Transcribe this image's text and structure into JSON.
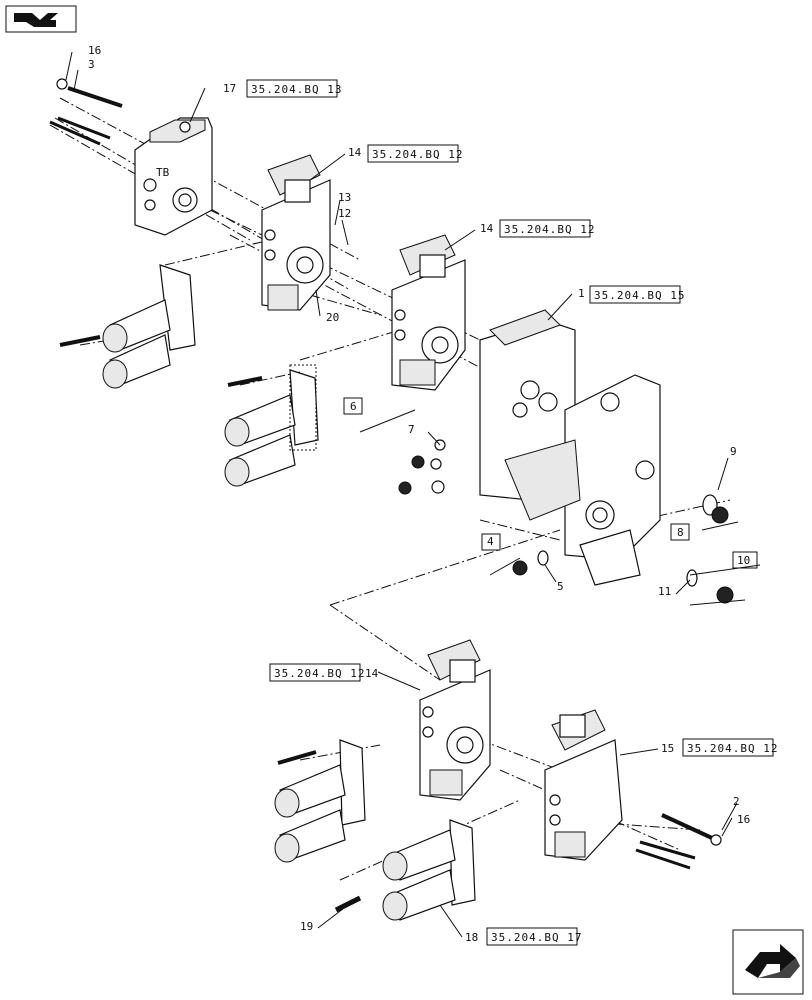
{
  "callouts": [
    {
      "num": "16"
    },
    {
      "num": "3"
    },
    {
      "num": "17"
    },
    {
      "num": "14"
    },
    {
      "num": "13"
    },
    {
      "num": "12"
    },
    {
      "num": "14"
    },
    {
      "num": "1"
    },
    {
      "num": "20"
    },
    {
      "num": "6"
    },
    {
      "num": "7"
    },
    {
      "num": "9"
    },
    {
      "num": "8"
    },
    {
      "num": "4"
    },
    {
      "num": "5"
    },
    {
      "num": "10"
    },
    {
      "num": "11"
    },
    {
      "num": "14"
    },
    {
      "num": "15"
    },
    {
      "num": "2"
    },
    {
      "num": "16"
    },
    {
      "num": "19"
    },
    {
      "num": "18"
    }
  ],
  "references": [
    {
      "text": "35.204.BQ 13"
    },
    {
      "text": "35.204.BQ 12"
    },
    {
      "text": "35.204.BQ 12"
    },
    {
      "text": "35.204.BQ 15"
    },
    {
      "text": "35.204.BQ 12"
    },
    {
      "text": "35.204.BQ 12"
    },
    {
      "text": "35.204.BQ 17"
    }
  ],
  "nav": {
    "back_icon": "back-arrow-icon",
    "next_icon": "next-page-arrow-icon"
  }
}
